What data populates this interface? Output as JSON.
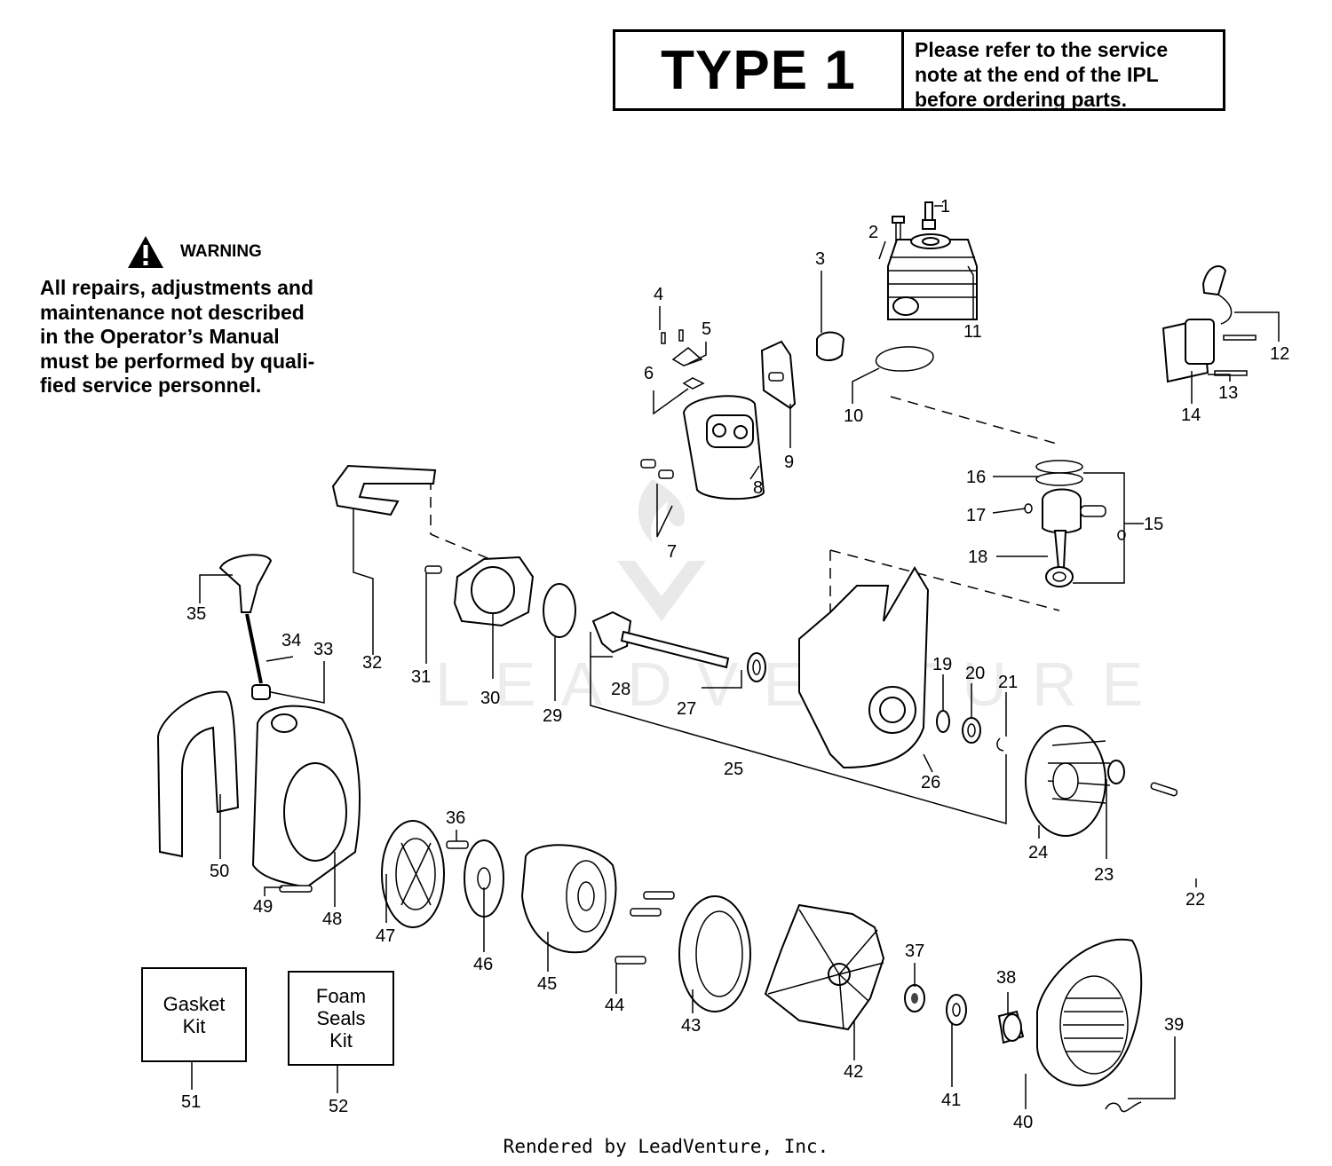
{
  "header": {
    "type_label": "TYPE 1",
    "note_lines": [
      "Please  refer  to the service",
      "note  at the end of the IPL",
      "before ordering  parts."
    ]
  },
  "warning": {
    "icon": "warning-triangle-icon",
    "title": "WARNING",
    "lines": [
      "All repairs, adjustments and",
      "maintenance  not  described",
      "in  the  Operator’s  Manual",
      "must be performed by quali-",
      "fied  service personnel."
    ]
  },
  "watermark": "LEADVENTURE",
  "kits": [
    {
      "lines": [
        "Gasket",
        "Kit"
      ],
      "number": "51"
    },
    {
      "lines": [
        "Foam",
        "Seals",
        "Kit"
      ],
      "number": "52"
    }
  ],
  "callouts": [
    {
      "id": "1",
      "label": "1"
    },
    {
      "id": "2",
      "label": "2"
    },
    {
      "id": "3",
      "label": "3"
    },
    {
      "id": "4",
      "label": "4"
    },
    {
      "id": "5",
      "label": "5"
    },
    {
      "id": "6",
      "label": "6"
    },
    {
      "id": "7",
      "label": "7"
    },
    {
      "id": "8",
      "label": "8"
    },
    {
      "id": "9",
      "label": "9"
    },
    {
      "id": "10",
      "label": "10"
    },
    {
      "id": "11",
      "label": "11"
    },
    {
      "id": "12",
      "label": "12"
    },
    {
      "id": "13",
      "label": "13"
    },
    {
      "id": "14",
      "label": "14"
    },
    {
      "id": "15",
      "label": "15"
    },
    {
      "id": "16",
      "label": "16"
    },
    {
      "id": "17",
      "label": "17"
    },
    {
      "id": "18",
      "label": "18"
    },
    {
      "id": "19",
      "label": "19"
    },
    {
      "id": "20",
      "label": "20"
    },
    {
      "id": "21",
      "label": "21"
    },
    {
      "id": "22",
      "label": "22"
    },
    {
      "id": "23",
      "label": "23"
    },
    {
      "id": "24",
      "label": "24"
    },
    {
      "id": "25",
      "label": "25"
    },
    {
      "id": "26",
      "label": "26"
    },
    {
      "id": "27",
      "label": "27"
    },
    {
      "id": "28",
      "label": "28"
    },
    {
      "id": "29",
      "label": "29"
    },
    {
      "id": "30",
      "label": "30"
    },
    {
      "id": "31",
      "label": "31"
    },
    {
      "id": "32",
      "label": "32"
    },
    {
      "id": "33",
      "label": "33"
    },
    {
      "id": "34",
      "label": "34"
    },
    {
      "id": "35",
      "label": "35"
    },
    {
      "id": "36",
      "label": "36"
    },
    {
      "id": "37",
      "label": "37"
    },
    {
      "id": "38",
      "label": "38"
    },
    {
      "id": "39",
      "label": "39"
    },
    {
      "id": "40",
      "label": "40"
    },
    {
      "id": "41",
      "label": "41"
    },
    {
      "id": "42",
      "label": "42"
    },
    {
      "id": "43",
      "label": "43"
    },
    {
      "id": "44",
      "label": "44"
    },
    {
      "id": "45",
      "label": "45"
    },
    {
      "id": "46",
      "label": "46"
    },
    {
      "id": "47",
      "label": "47"
    },
    {
      "id": "48",
      "label": "48"
    },
    {
      "id": "49",
      "label": "49"
    },
    {
      "id": "50",
      "label": "50"
    }
  ],
  "footer": "Rendered by LeadVenture, Inc."
}
